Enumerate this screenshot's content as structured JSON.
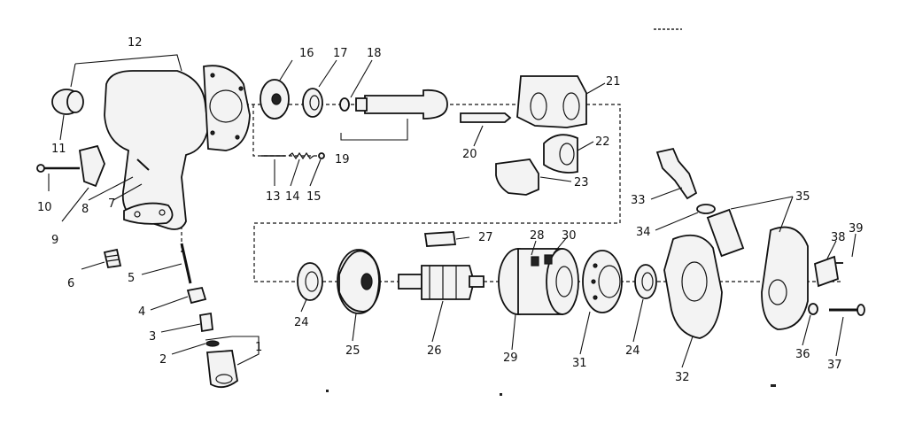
{
  "part_numbers": [
    "1",
    "2",
    "3",
    "4",
    "5",
    "6",
    "7",
    "8",
    "9",
    "10",
    "11",
    "12",
    "13",
    "14",
    "15",
    "16",
    "17",
    "18",
    "19",
    "20",
    "21",
    "22",
    "23",
    "24",
    "25",
    "26",
    "27",
    "28",
    "29",
    "30",
    "31",
    "24",
    "32",
    "33",
    "34",
    "35",
    "36",
    "37",
    "38",
    "39"
  ]
}
